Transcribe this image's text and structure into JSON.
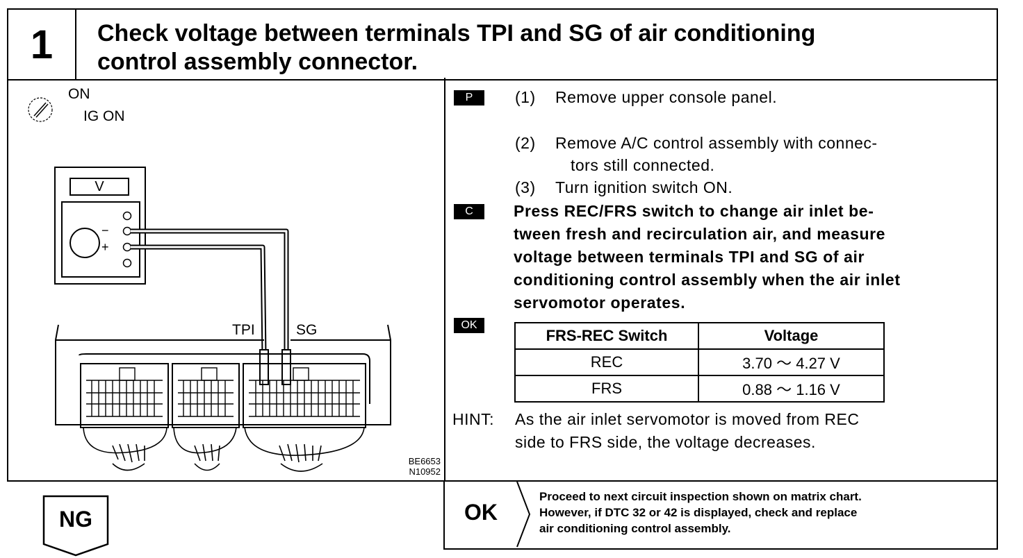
{
  "header": {
    "step_number": "1",
    "title_line1": "Check voltage between terminals TPI and SG of air conditioning",
    "title_line2": "control assembly connector."
  },
  "figure": {
    "ignition_on": "ON",
    "ignition_ig_on": "IG ON",
    "meter_display": "V",
    "minus_sign": "−",
    "plus_sign": "+",
    "terminal_tpi": "TPI",
    "terminal_sg": "SG",
    "code_1": "BE6653",
    "code_2": "N10952"
  },
  "procedure": {
    "tag_p": "P",
    "tag_c": "C",
    "tag_ok": "OK",
    "step1_num": "(1)",
    "step1_text": "Remove upper console panel.",
    "step2_num": "(2)",
    "step2_text_a": "Remove A/C control assembly with connec-",
    "step2_text_b": "tors still connected.",
    "step3_num": "(3)",
    "step3_text": "Turn ignition switch ON.",
    "check_l1": "Press REC/FRS switch to change air inlet be-",
    "check_l2": "tween fresh and recirculation air, and measure",
    "check_l3": "voltage between terminals TPI and SG of air",
    "check_l4": "conditioning control assembly when the air inlet",
    "check_l5": "servomotor operates.",
    "table": {
      "headers": [
        "FRS-REC Switch",
        "Voltage"
      ],
      "rows": [
        [
          "REC",
          "3.70 ～ 4.27 V"
        ],
        [
          "FRS",
          "0.88 ～ 1.16 V"
        ]
      ]
    },
    "hint_label": "HINT:",
    "hint_l1": "As the air inlet servomotor is moved from REC",
    "hint_l2": "side to FRS side, the voltage decreases."
  },
  "results": {
    "ng_label": "NG",
    "ok_label": "OK",
    "ok_l1": "Proceed to next circuit inspection shown on matrix chart.",
    "ok_l2": "However, if DTC 32 or 42 is displayed, check and  replace",
    "ok_l3": "air conditioning control assembly."
  }
}
